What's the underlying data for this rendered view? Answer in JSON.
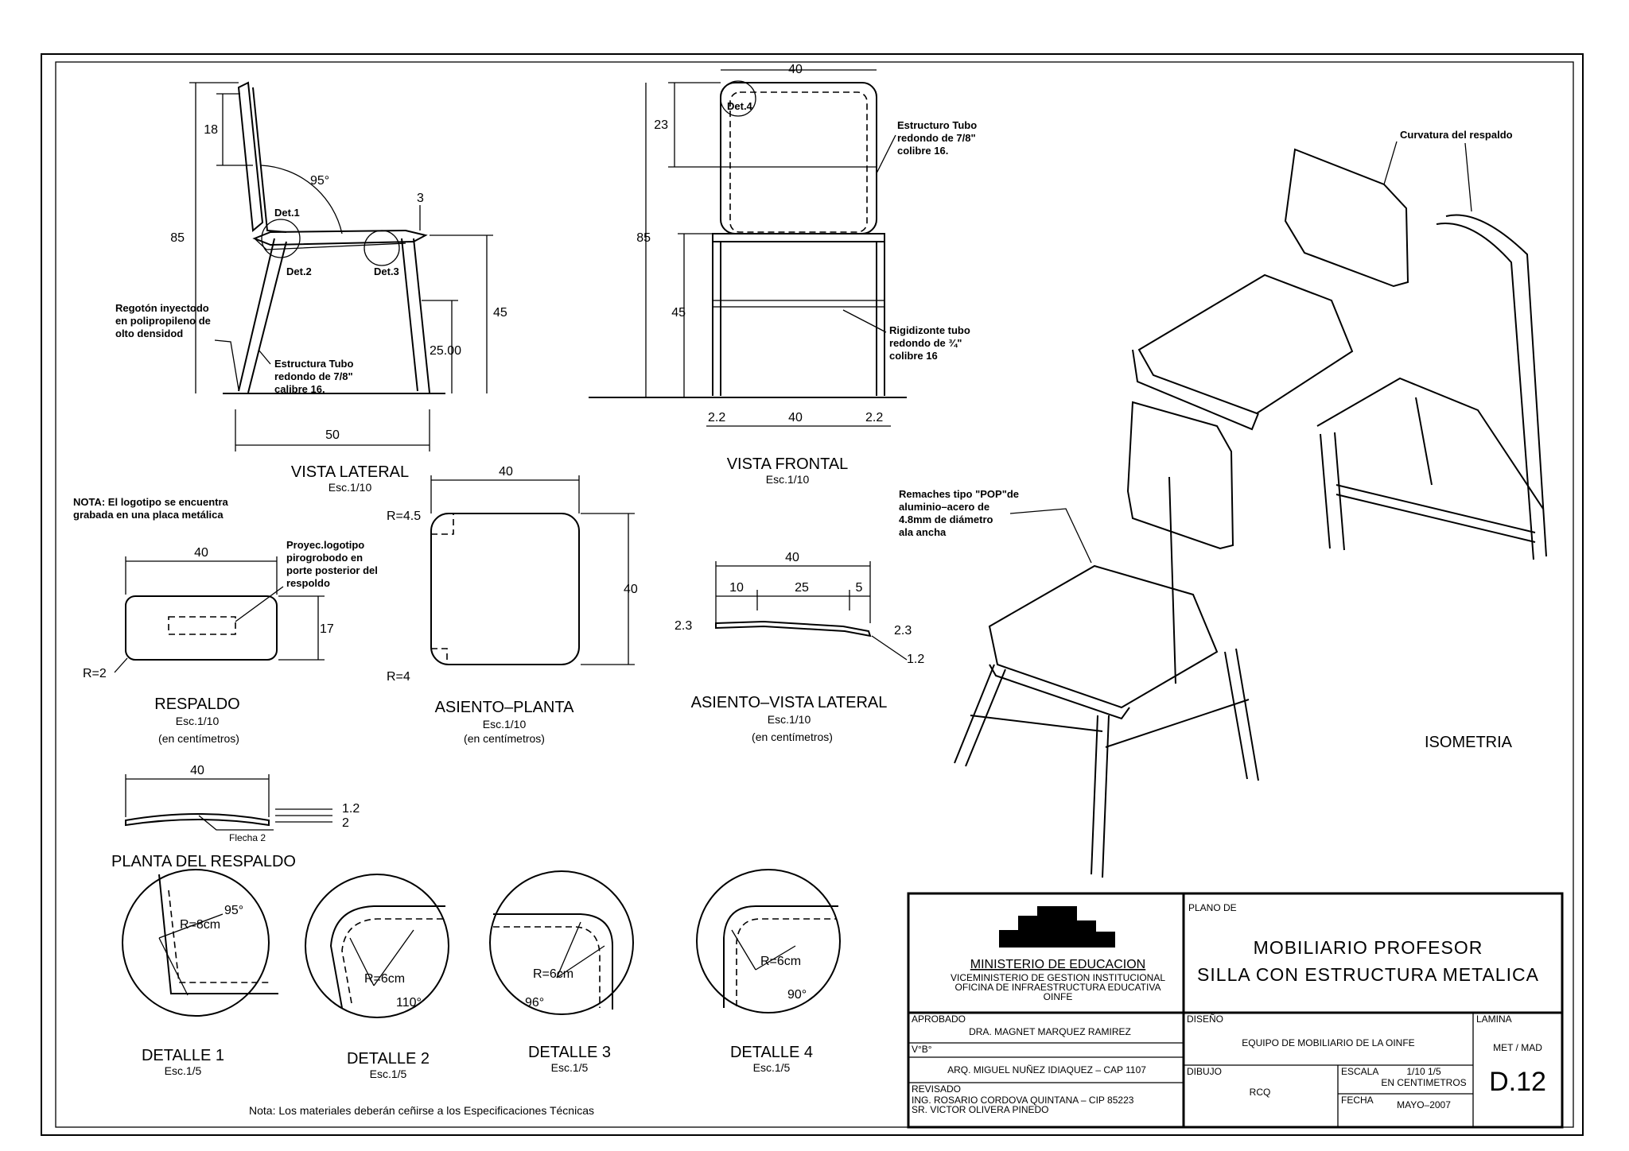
{
  "views": {
    "lateral": {
      "title": "VISTA LATERAL",
      "scale": "Esc.1/10",
      "dims": {
        "d85": "85",
        "d18": "18",
        "d95": "95°",
        "d3": "3",
        "d45": "45",
        "d25": "25.00",
        "d50": "50"
      },
      "det1": "Det.1",
      "det2": "Det.2",
      "det3": "Det.3",
      "regoton": [
        "Regotón inyectodo",
        "en polipropileno de",
        "olto densidod"
      ],
      "estructura": [
        "Estructura Tubo",
        "redondo de 7/8\"",
        "calibre 16."
      ]
    },
    "frontal": {
      "title": "VISTA FRONTAL",
      "scale": "Esc.1/10",
      "dims": {
        "d40top": "40",
        "d23": "23",
        "d85": "85",
        "d45": "45",
        "d22a": "2.2",
        "d40b": "40",
        "d22b": "2.2"
      },
      "det4": "Det.4",
      "estructura": [
        "Estructuro Tubo",
        "redondo de 7/8\"",
        "colibre 16."
      ],
      "rigidizante": [
        "Rigidizonte tubo",
        "redondo de ¾\"",
        "colibre 16"
      ]
    },
    "respaldo": {
      "title": "RESPALDO",
      "scale": "Esc.1/10",
      "units": "(en centímetros)",
      "dims": {
        "d40": "40",
        "d17": "17",
        "r2": "R=2"
      },
      "logo": [
        "Proyec.logotipo",
        "pirogrobodo en",
        "porte posterior del",
        "respoldo"
      ]
    },
    "asiento_planta": {
      "title": "ASIENTO–PLANTA",
      "scale": "Esc.1/10",
      "units": "(en centímetros)",
      "dims": {
        "d40top": "40",
        "d40r": "40",
        "r45": "R=4.5",
        "r4": "R=4"
      }
    },
    "asiento_lateral": {
      "title": "ASIENTO–VISTA LATERAL",
      "scale": "Esc.1/10",
      "units": "(en centímetros)",
      "dims": {
        "d40": "40",
        "d10": "10",
        "d25": "25",
        "d5": "5",
        "d23a": "2.3",
        "d23b": "2.3",
        "d12": "1.2"
      }
    },
    "planta_respaldo": {
      "title": "PLANTA DEL RESPALDO",
      "dims": {
        "d40": "40",
        "d12": "1.2",
        "d2": "2",
        "flecha": "Flecha 2"
      }
    },
    "isometria": {
      "title": "ISOMETRIA",
      "curvatura": "Curvatura del respaldo",
      "remaches": [
        "Remaches tipo \"POP\"de",
        "aluminio–acero de",
        "4.8mm de diámetro",
        "ala ancha"
      ]
    }
  },
  "nota_logo": [
    "NOTA: El logotipo se encuentra",
    "grabada en una placa metálica"
  ],
  "details": [
    {
      "title": "DETALLE 1",
      "scale": "Esc.1/5",
      "radius": "R=8cm",
      "angle": "95°"
    },
    {
      "title": "DETALLE 2",
      "scale": "Esc.1/5",
      "radius": "R=6cm",
      "angle": "110°"
    },
    {
      "title": "DETALLE 3",
      "scale": "Esc.1/5",
      "radius": "R=6cm",
      "angle": "96°"
    },
    {
      "title": "DETALLE 4",
      "scale": "Esc.1/5",
      "radius": "R=6cm",
      "angle": "90°"
    }
  ],
  "nota_materiales": "Nota: Los materiales deberán ceñirse a los Especificaciones Técnicas",
  "title_block": {
    "ministerio": "MINISTERIO DE EDUCACION",
    "vice": "VICEMINISTERIO DE GESTION INSTITUCIONAL",
    "oficina": "OFICINA DE INFRAESTRUCTURA EDUCATIVA",
    "oinfe": "OINFE",
    "plano_de": "PLANO DE",
    "plano1": "MOBILIARIO PROFESOR",
    "plano2": "SILLA CON ESTRUCTURA METALICA",
    "aprobado_label": "APROBADO",
    "aprobado": "DRA. MAGNET MARQUEZ RAMIREZ",
    "vb_label": "V°B°",
    "vb": "ARQ. MIGUEL NUÑEZ IDIAQUEZ – CAP 1107",
    "revisado_label": "REVISADO",
    "revisado1": "ING. ROSARIO CORDOVA QUINTANA – CIP 85223",
    "revisado2": "SR. VICTOR OLIVERA PINEDO",
    "diseno_label": "DISEÑO",
    "diseno": "EQUIPO DE MOBILIARIO DE LA OINFE",
    "dibujo_label": "DIBUJO",
    "dibujo": "RCQ",
    "escala_label": "ESCALA",
    "escala": "1/10 1/5",
    "escala2": "EN CENTIMETROS",
    "fecha_label": "FECHA",
    "fecha": "MAYO–2007",
    "lamina_label": "LAMINA",
    "met": "MET / MAD",
    "lamina": "D.12"
  }
}
